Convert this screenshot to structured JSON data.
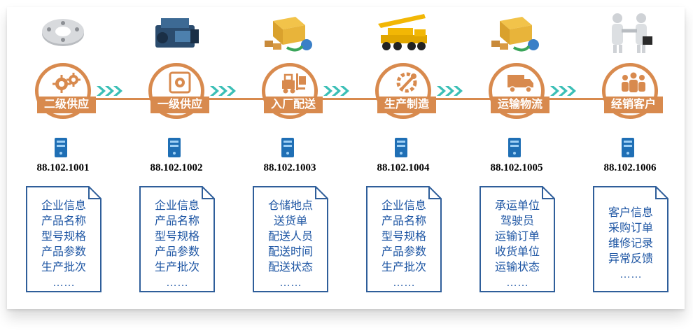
{
  "stages": [
    {
      "label": "二级供应",
      "code": "88.102.1001",
      "items": [
        "企业信息",
        "产品名称",
        "型号规格",
        "产品参数",
        "生产批次",
        "……"
      ],
      "pic": "flange-icon",
      "icon": "gears-icon"
    },
    {
      "label": "一级供应",
      "code": "88.102.1002",
      "items": [
        "企业信息",
        "产品名称",
        "型号规格",
        "产品参数",
        "生产批次",
        "……"
      ],
      "pic": "engine-icon",
      "icon": "safe-icon"
    },
    {
      "label": "入厂配送",
      "code": "88.102.1003",
      "items": [
        "仓储地点",
        "送货单",
        "配送人员",
        "配送时间",
        "配送状态",
        "……"
      ],
      "pic": "delivery-icon",
      "icon": "forklift-icon"
    },
    {
      "label": "生产制造",
      "code": "88.102.1004",
      "items": [
        "企业信息",
        "产品名称",
        "型号规格",
        "产品参数",
        "生产批次",
        "……"
      ],
      "pic": "crane-truck-icon",
      "icon": "wrench-gear-icon"
    },
    {
      "label": "运输物流",
      "code": "88.102.1005",
      "items": [
        "承运单位",
        "驾驶员",
        "运输订单",
        "收货单位",
        "运输状态",
        "……"
      ],
      "pic": "delivery-icon",
      "icon": "truck-icon"
    },
    {
      "label": "经销客户",
      "code": "88.102.1006",
      "items": [
        "客户信息",
        "采购订单",
        "维修记录",
        "异常反馈",
        "……"
      ],
      "pic": "handshake-icon",
      "icon": "people-icon"
    }
  ],
  "colors": {
    "accent": "#d88a4e",
    "text_blue": "#1d55a3",
    "doc_border": "#2f5e9a",
    "chevron": "#3bbfb6"
  }
}
